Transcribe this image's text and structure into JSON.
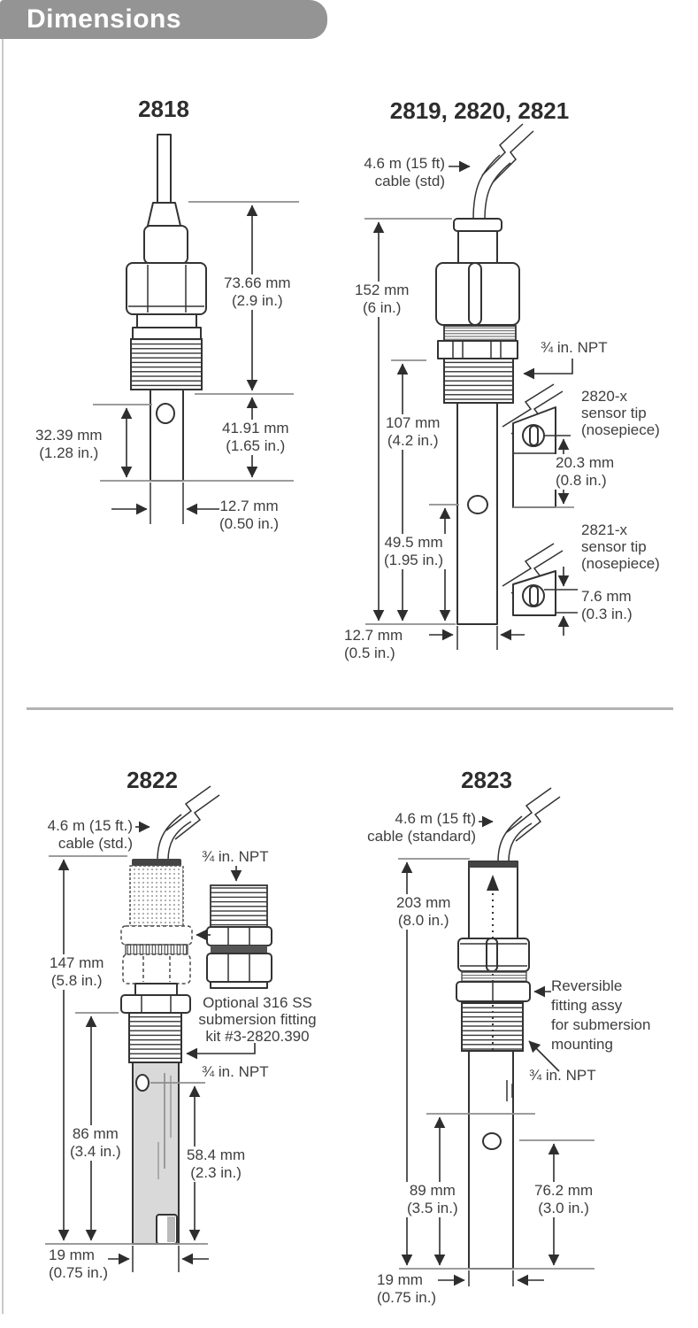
{
  "header": {
    "title": "Dimensions"
  },
  "colors": {
    "banner": "#949494",
    "drawing_line": "#333333",
    "extension_line": "#8e8e8e",
    "label_text": "#3e3e3e",
    "tube_fill_2822": "#d9d9d9"
  },
  "figures": {
    "f2818": {
      "title": "2818",
      "dim_overall": {
        "mm": "73.66 mm",
        "in": "(2.9 in.)"
      },
      "dim_lower": {
        "mm": "41.91 mm",
        "in": "(1.65 in.)"
      },
      "dim_hole": {
        "mm": "32.39 mm",
        "in": "(1.28 in.)"
      },
      "dim_width": {
        "mm": "12.7 mm",
        "in": "(0.50 in.)"
      }
    },
    "f2819_20_21": {
      "title": "2819, 2820, 2821",
      "cable": {
        "line1": "4.6 m (15 ft)",
        "line2": "cable (std)"
      },
      "npt": "¾ in. NPT",
      "dim_overall": {
        "mm": "152 mm",
        "in": "(6 in.)"
      },
      "dim_insert": {
        "mm": "107 mm",
        "in": "(4.2 in.)"
      },
      "dim_hole": {
        "mm": "49.5 mm",
        "in": "(1.95 in.)"
      },
      "dim_width": {
        "mm": "12.7 mm",
        "in": "(0.5 in.)"
      },
      "tip_2820": {
        "model": "2820-x",
        "line2": "sensor tip",
        "line3": "(nosepiece)",
        "dim": {
          "mm": "20.3 mm",
          "in": "(0.8 in.)"
        }
      },
      "tip_2821": {
        "model": "2821-x",
        "line2": "sensor tip",
        "line3": "(nosepiece)",
        "dim": {
          "mm": "7.6 mm",
          "in": "(0.3 in.)"
        }
      }
    },
    "f2822": {
      "title": "2822",
      "cable": {
        "line1": "4.6 m (15 ft.)",
        "line2": "cable (std.)"
      },
      "npt_fitting": "¾ in. NPT",
      "npt_body": "¾ in. NPT",
      "optional_note": {
        "line1": "Optional 316 SS",
        "line2": "submersion fitting",
        "line3": "kit #3-2820.390"
      },
      "dim_overall": {
        "mm": "147 mm",
        "in": "(5.8 in.)"
      },
      "dim_lower": {
        "mm": "86 mm",
        "in": "(3.4 in.)"
      },
      "dim_hole": {
        "mm": "58.4 mm",
        "in": "(2.3 in.)"
      },
      "dim_width": {
        "mm": "19 mm",
        "in": "(0.75 in.)"
      }
    },
    "f2823": {
      "title": "2823",
      "cable": {
        "line1": "4.6 m (15 ft)",
        "line2": "cable (standard)"
      },
      "npt": "¾ in. NPT",
      "reversible_note": {
        "line1": "Reversible",
        "line2": "fitting assy",
        "line3": "for submersion",
        "line4": "mounting"
      },
      "dim_overall": {
        "mm": "203 mm",
        "in": "(8.0 in.)"
      },
      "dim_lower": {
        "mm": "89 mm",
        "in": "(3.5 in.)"
      },
      "dim_hole": {
        "mm": "76.2 mm",
        "in": "(3.0 in.)"
      },
      "dim_width": {
        "mm": "19 mm",
        "in": "(0.75 in.)"
      }
    }
  }
}
